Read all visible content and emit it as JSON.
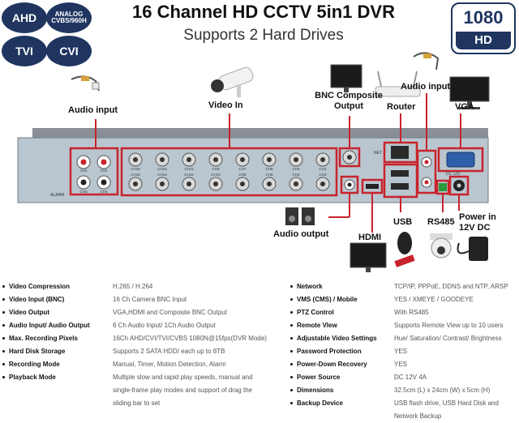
{
  "badges": {
    "ahd": "AHD",
    "analog": "ANALOG CVBS/960H",
    "tvi": "TVI",
    "cvi": "CVI"
  },
  "header": {
    "title": "16 Channel HD CCTV 5in1 DVR",
    "subtitle": "Supports 2 Hard Drives"
  },
  "hd_badge": {
    "number": "1080",
    "text": "HD"
  },
  "callouts": {
    "audio_input_left": "Audio input",
    "video_in": "Video In",
    "bnc_composite_output": "BNC Composite Output",
    "router": "Router",
    "audio_input_right": "Audio input",
    "vga": "VGA",
    "audio_output": "Audio output",
    "hdmi": "HDMI",
    "usb": "USB",
    "rs485": "RS485",
    "power_in": "Power in 12V DC"
  },
  "panel": {
    "channel_labels_top": [
      "CH15",
      "CH13",
      "CH11",
      "CH9",
      "CH7",
      "CH5",
      "CH3",
      "CH1"
    ],
    "channel_labels_bottom": [
      "CH16",
      "CH14",
      "CH12",
      "CH10",
      "CH8",
      "CH6",
      "CH4",
      "CH2"
    ],
    "audio_labels": [
      "CH1",
      "CH2",
      "CH3",
      "CH4"
    ],
    "alarm_label": "ALARM",
    "net_label": "NET",
    "dc_label": "DC 12V"
  },
  "specs_left": [
    {
      "key": "Video Compression",
      "value": "H.265 / H.264"
    },
    {
      "key": "Video Input (BNC)",
      "value": "16 Ch Camera BNC Input"
    },
    {
      "key": "Video Output",
      "value": "VGA,HDMI and Composite BNC Output"
    },
    {
      "key": "Audio Input/ Audio Output",
      "value": "6 Ch Audio Input/ 1Ch Audio Output"
    },
    {
      "key": "Max. Recording Pixels",
      "value": "16Ch AHD/CVI/TVI/CVBS 1080N@15fps(DVR Mode)"
    },
    {
      "key": "Hard Disk Storage",
      "value": "Supports 2 SATA HDD/ each up to 8TB"
    },
    {
      "key": "Recording Mode",
      "value": "Manual, Timer, Motion Detection, Alarm"
    },
    {
      "key": "Playback Mode",
      "value": "Multiple slow and rapid play speeds, manual and"
    },
    {
      "key": "",
      "value": "single-frame play modes and support of drag the"
    },
    {
      "key": "",
      "value": "sliding bar to set"
    }
  ],
  "specs_right": [
    {
      "key": "Network",
      "value": "TCP/IP, PPPoE, DDNS and NTP, ARSP"
    },
    {
      "key": "VMS (CMS) / Mobile",
      "value": "YES / XMEYE / GOODEYE"
    },
    {
      "key": "PTZ Control",
      "value": "With RS485"
    },
    {
      "key": "Remote VIew",
      "value": "Supports Remote View up to 10 users"
    },
    {
      "key": "Adjustable Video Settings",
      "value": "Hue/ Saturation/ Contrast/ Brightness"
    },
    {
      "key": "Password Protection",
      "value": "YES"
    },
    {
      "key": "Power-Down Recovery",
      "value": "YES"
    },
    {
      "key": "Power Source",
      "value": "DC 12V 4A"
    },
    {
      "key": "Dimensions",
      "value": "32.5cm (L) x 24cm (W) x 5cm (H)"
    },
    {
      "key": "Backup Device",
      "value": "USB flash drive, USB Hard Disk  and"
    },
    {
      "key": "",
      "value": "Network Backup"
    }
  ]
}
